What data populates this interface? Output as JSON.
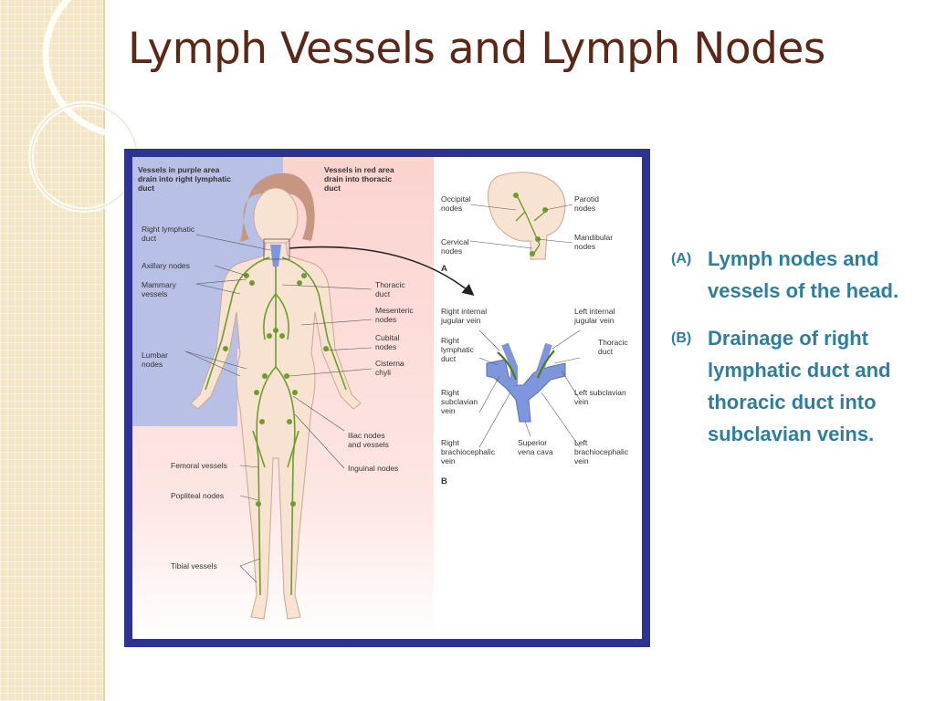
{
  "slide": {
    "title": "Lymph Vessels and Lymph Nodes"
  },
  "figure": {
    "header_left": [
      "Vessels in purple area",
      "drain into right lymphatic",
      "duct"
    ],
    "header_right": [
      "Vessels in red area",
      "drain into thoracic",
      "duct"
    ],
    "left_labels": {
      "right_lymphatic_duct": [
        "Right lymphatic",
        "duct"
      ],
      "axillary_nodes": [
        "Axillary nodes"
      ],
      "mammary_vessels": [
        "Mammary",
        "vessels"
      ],
      "lumbar_nodes": [
        "Lumbar",
        "nodes"
      ],
      "femoral_vessels": [
        "Femoral vessels"
      ],
      "popliteal_nodes": [
        "Popliteal nodes"
      ],
      "tibial_vessels": [
        "Tibial vessels"
      ]
    },
    "right_labels": {
      "thoracic_duct": [
        "Thoracic",
        "duct"
      ],
      "mesenteric_nodes": [
        "Mesenteric",
        "nodes"
      ],
      "cubital_nodes": [
        "Cubital",
        "nodes"
      ],
      "cisterna_chyli": [
        "Cisterna",
        "chyli"
      ],
      "iliac_nodes": [
        "Iliac nodes",
        "and vessels"
      ],
      "inguinal_nodes": [
        "Inguinal nodes"
      ]
    },
    "head_labels": {
      "occipital_nodes": [
        "Occipital",
        "nodes"
      ],
      "cervical_nodes": [
        "Cervical",
        "nodes"
      ],
      "parotid_nodes": [
        "Parotid",
        "nodes"
      ],
      "mandibular_nodes": [
        "Mandibular",
        "nodes"
      ]
    },
    "vein_labels": {
      "right_internal_jugular": [
        "Right internal",
        "jugular vein"
      ],
      "left_internal_jugular": [
        "Left internal",
        "jugular vein"
      ],
      "right_lymphatic_duct": [
        "Right",
        "lymphatic",
        "duct"
      ],
      "thoracic_duct": [
        "Thoracic",
        "duct"
      ],
      "right_subclavian": [
        "Right",
        "subclavian",
        "vein"
      ],
      "left_subclavian": [
        "Left subclavian",
        "vein"
      ],
      "right_brachiocephalic": [
        "Right",
        "brachiocephalic",
        "vein"
      ],
      "superior_vena_cava": [
        "Superior",
        "vena cava"
      ],
      "left_brachiocephalic": [
        "Left",
        "brachiocephalic",
        "vein"
      ]
    },
    "panel_a": "A",
    "panel_b": "B"
  },
  "legend": [
    {
      "marker": "(A)",
      "text": "Lymph nodes and vessels of the head."
    },
    {
      "marker": "(B)",
      "text": "Drainage of right lymphatic duct and thoracic duct into subclavian veins."
    }
  ],
  "colors": {
    "title": "#5a2718",
    "frame": "#2e3393",
    "legend_text": "#2f7f9c",
    "purple_area": "#b8c0e6",
    "red_area": "#fbd3cf",
    "vessel_green": "#6f9c2c",
    "vein_blue": "#7f95dc",
    "side_band": "#f3e6c4"
  }
}
